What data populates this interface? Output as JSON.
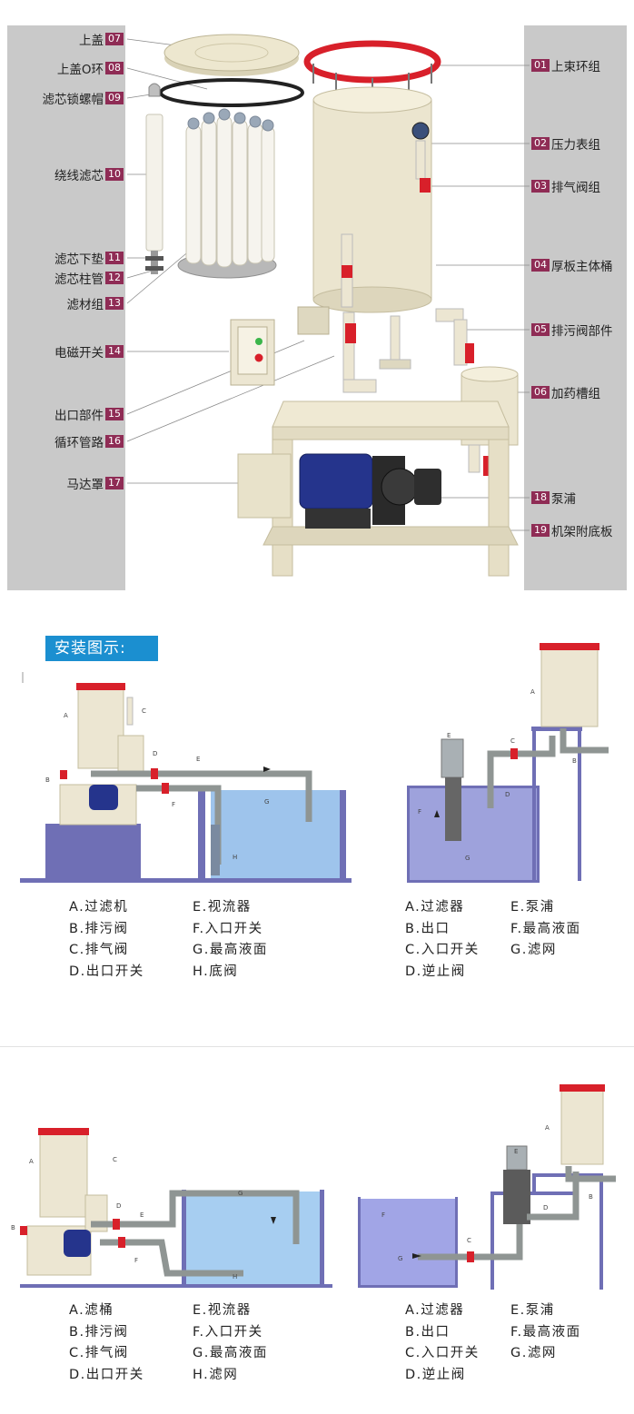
{
  "exploded": {
    "left_labels": [
      {
        "text": "上盖",
        "num": "07"
      },
      {
        "text": "上盖O环",
        "num": "08"
      },
      {
        "text": "滤芯锁螺帽",
        "num": "09"
      },
      {
        "text": "绕线滤芯",
        "num": "10"
      },
      {
        "text": "滤芯下垫",
        "num": "11"
      },
      {
        "text": "滤芯柱管",
        "num": "12"
      },
      {
        "text": "滤材组",
        "num": "13"
      },
      {
        "text": "电磁开关",
        "num": "14"
      },
      {
        "text": "出口部件",
        "num": "15"
      },
      {
        "text": "循环管路",
        "num": "16"
      },
      {
        "text": "马达罩",
        "num": "17"
      }
    ],
    "right_labels": [
      {
        "num": "01",
        "text": "上束环组"
      },
      {
        "num": "02",
        "text": "压力表组"
      },
      {
        "num": "03",
        "text": "排气阀组"
      },
      {
        "num": "04",
        "text": "厚板主体桶"
      },
      {
        "num": "05",
        "text": "排污阀部件"
      },
      {
        "num": "06",
        "text": "加药槽组"
      },
      {
        "num": "18",
        "text": "泵浦"
      },
      {
        "num": "19",
        "text": "机架附底板"
      }
    ]
  },
  "install": {
    "title": "安装图示:",
    "legend1": [
      [
        "A.过滤机",
        "E.视流器"
      ],
      [
        "B.排污阀",
        "F.入口开关"
      ],
      [
        "C.排气阀",
        "G.最高液面"
      ],
      [
        "D.出口开关",
        "H.底阀"
      ]
    ],
    "legend2": [
      [
        "A.过滤器",
        "E.泵浦"
      ],
      [
        "B.出口",
        "F.最高液面"
      ],
      [
        "C.入口开关",
        "G.滤网"
      ],
      [
        "D.逆止阀",
        ""
      ]
    ],
    "legend3": [
      [
        "A.滤桶",
        "E.视流器"
      ],
      [
        "B.排污阀",
        "F.入口开关"
      ],
      [
        "C.排气阀",
        "G.最高液面"
      ],
      [
        "D.出口开关",
        "H.滤网"
      ]
    ],
    "legend4": [
      [
        "A.过滤器",
        "E.泵浦"
      ],
      [
        "B.出口",
        "F.最高液面"
      ],
      [
        "C.入口开关",
        "G.滤网"
      ],
      [
        "D.逆止阀",
        ""
      ]
    ]
  },
  "diagram_letters": {
    "d1": [
      "A",
      "B",
      "C",
      "D",
      "E",
      "F",
      "G",
      "H"
    ],
    "d2": [
      "A",
      "B",
      "C",
      "D",
      "E",
      "F",
      "G"
    ],
    "d3": [
      "A",
      "B",
      "C",
      "D",
      "E",
      "F",
      "G",
      "H"
    ],
    "d4": [
      "A",
      "B",
      "C",
      "D",
      "E",
      "F",
      "G"
    ]
  },
  "colors": {
    "panel": "#c9c9c9",
    "badge": "#8f2c55",
    "body": "#ece6d2",
    "valve": "#d8202a",
    "water": "#9ec4ec",
    "floor": "#6f6fb5",
    "title_bg": "#1b8fd0"
  }
}
